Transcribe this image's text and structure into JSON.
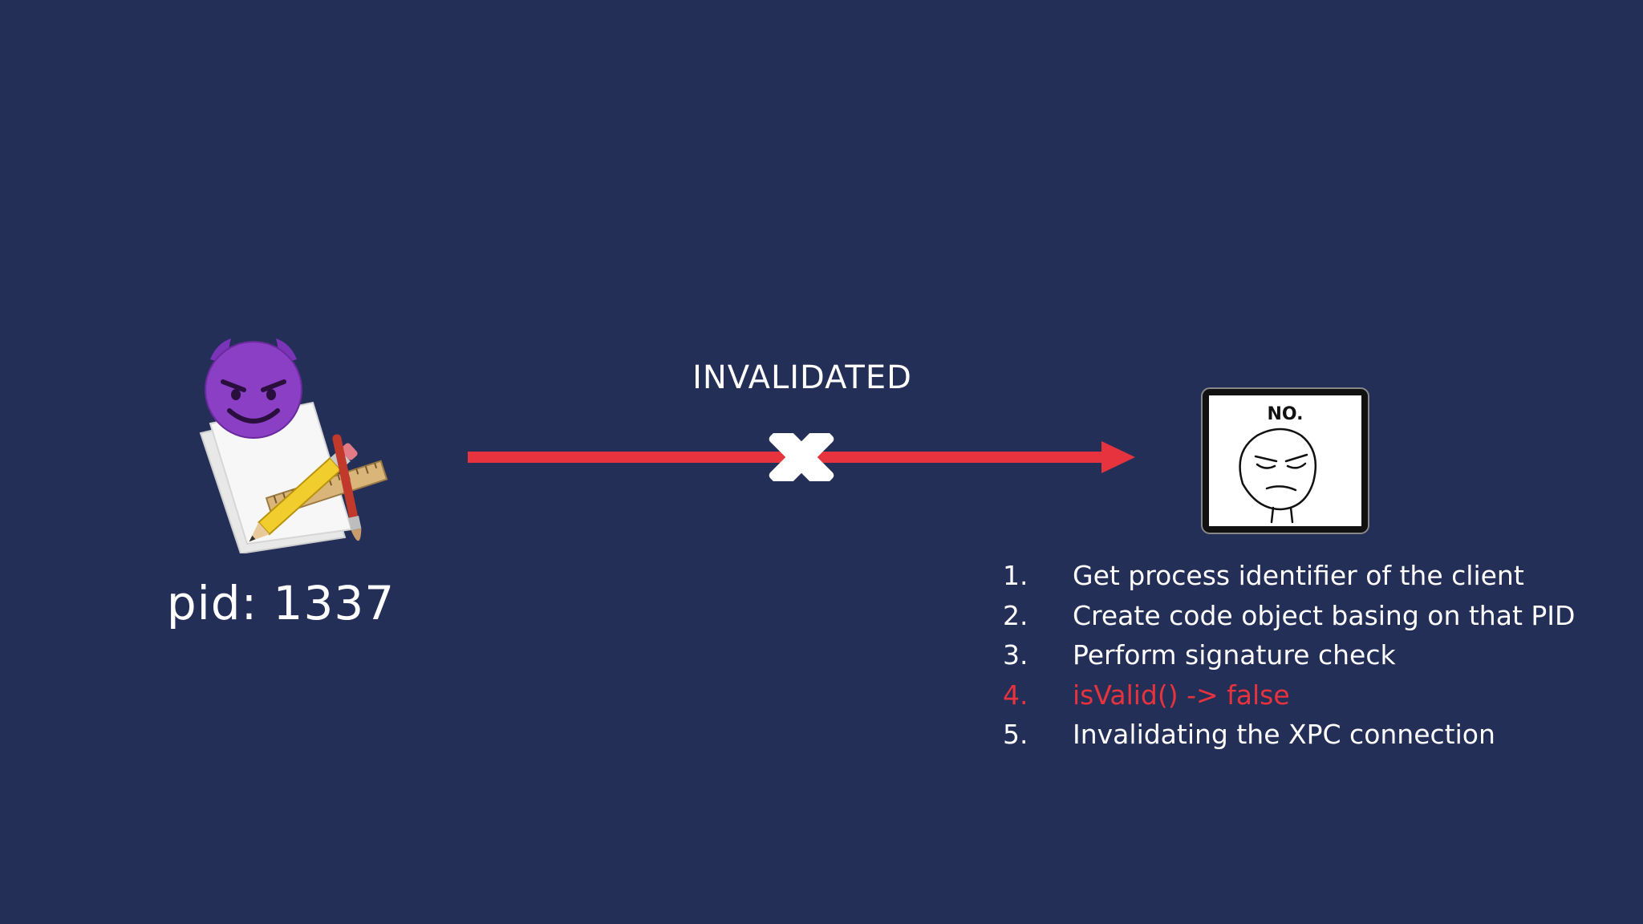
{
  "client": {
    "pid_label": "pid: 1337"
  },
  "connection": {
    "status_label": "INVALIDATED",
    "arrow_color": "#e6333d"
  },
  "server": {
    "meme_caption": "NO."
  },
  "steps": [
    {
      "num": "1.",
      "text": "Get process identifier of the client",
      "highlight": false
    },
    {
      "num": "2.",
      "text": "Create code object basing on that PID",
      "highlight": false
    },
    {
      "num": "3.",
      "text": "Perform signature check",
      "highlight": false
    },
    {
      "num": "4.",
      "text": "isValid() -> false",
      "highlight": true
    },
    {
      "num": "5.",
      "text": "Invalidating the XPC connection",
      "highlight": false
    }
  ],
  "colors": {
    "background": "#242f58",
    "text": "#ffffff",
    "highlight": "#e6333d",
    "devil": "#8a3fc4"
  }
}
